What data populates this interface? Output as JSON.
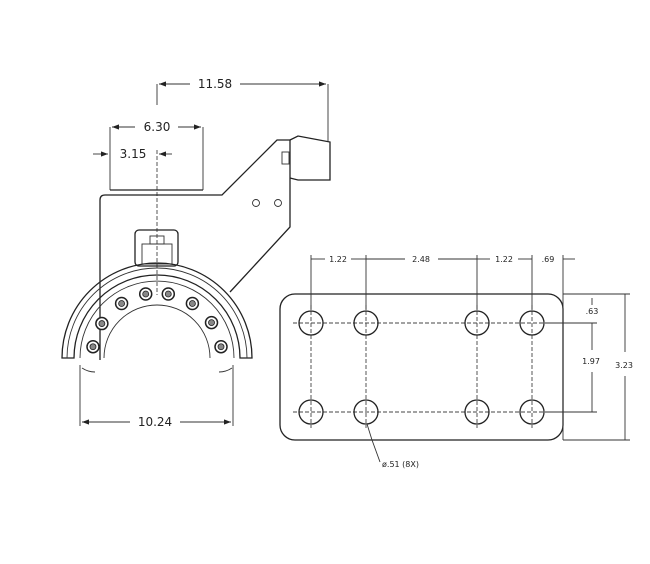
{
  "left_view": {
    "dim_overall_width": "11.58",
    "dim_mount_width": "6.30",
    "dim_center_offset": "3.15",
    "dim_opening_width": "10.24"
  },
  "plate_view": {
    "dim_col_1": "1.22",
    "dim_col_2": "2.48",
    "dim_col_3": "1.22",
    "dim_edge_right": ".69",
    "dim_edge_top": ".63",
    "dim_row_spacing": "1.97",
    "dim_plate_height": "3.23",
    "hole_callout": "ø.51 (8X)"
  }
}
